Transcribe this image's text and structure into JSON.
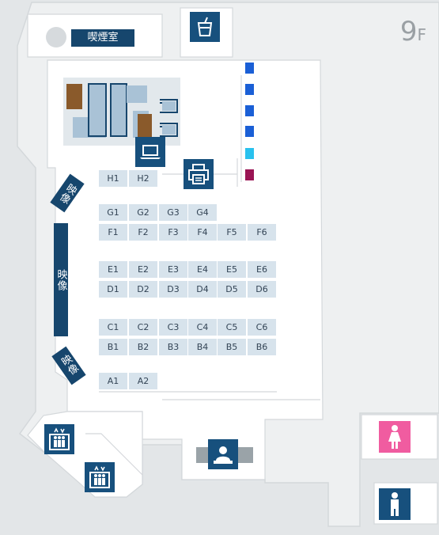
{
  "floor": {
    "number": "9",
    "suffix": "F"
  },
  "smoking_room": {
    "label": "喫煙室"
  },
  "video_screens": [
    {
      "label": "映像"
    },
    {
      "label": "映像"
    },
    {
      "label": "映像"
    }
  ],
  "seats": [
    [
      "H1",
      "H2"
    ],
    [
      "G1",
      "G2",
      "G3",
      "G4"
    ],
    [
      "F1",
      "F2",
      "F3",
      "F4",
      "F5",
      "F6"
    ],
    [
      "E1",
      "E2",
      "E3",
      "E4",
      "E5",
      "E6"
    ],
    [
      "D1",
      "D2",
      "D3",
      "D4",
      "D5",
      "D6"
    ],
    [
      "C1",
      "C2",
      "C3",
      "C4",
      "C5",
      "C6"
    ],
    [
      "B1",
      "B2",
      "B3",
      "B4",
      "B5",
      "B6"
    ],
    [
      "A1",
      "A2"
    ]
  ],
  "markers": {
    "colors": [
      "#1a5fd6",
      "#1a5fd6",
      "#1a5fd6",
      "#1a5fd6",
      "#29c1ee",
      "#9a1454"
    ]
  },
  "facility_icons": [
    "drink-icon",
    "laptop-icon",
    "printer-icon",
    "reception-icon",
    "elevator-icon",
    "elevator-icon",
    "womens-restroom-icon",
    "mens-restroom-icon"
  ],
  "colors": {
    "icon_navy": "#17507d",
    "label_navy": "#16466d",
    "seat": "#d7e3ec",
    "womens": "#f05ca0"
  }
}
